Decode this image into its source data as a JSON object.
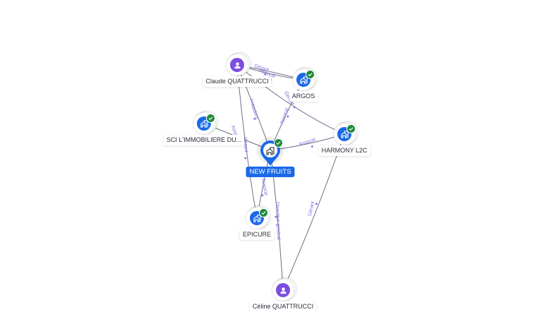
{
  "colors": {
    "company": "#1a6ae8",
    "person": "#7b4fe0",
    "check": "#1e8a3c",
    "edge": "#6b6f86",
    "edge_label": "#7c6fe0",
    "primary_label_bg": "#1a6ae8"
  },
  "nodes": [
    {
      "id": "claude",
      "label": "Claude QUATTRUCCI",
      "type": "person",
      "icon": "person-icon",
      "verified": false
    },
    {
      "id": "argos",
      "label": "ARGOS",
      "type": "company",
      "icon": "building-icon",
      "verified": true
    },
    {
      "id": "sci",
      "label": "SCI L'IMMOBILIERE DU...",
      "type": "company",
      "icon": "building-icon",
      "verified": true
    },
    {
      "id": "newfruits",
      "label": "NEW FRUITS",
      "type": "company",
      "icon": "building-icon",
      "verified": true,
      "primary": true
    },
    {
      "id": "harmony",
      "label": "HARMONY L2C",
      "type": "company",
      "icon": "building-icon",
      "verified": true
    },
    {
      "id": "epicure",
      "label": "EPICURE",
      "type": "company",
      "icon": "building-icon",
      "verified": true
    },
    {
      "id": "celine",
      "label": "Céline QUATTRUCCI",
      "type": "person",
      "icon": "person-icon",
      "verified": false
    }
  ],
  "edges": [
    {
      "from": "claude",
      "to": "argos",
      "label": "Gérant"
    },
    {
      "from": "claude",
      "to": "argos",
      "label": "Associé"
    },
    {
      "from": "claude",
      "to": "harmony",
      "label": "Gérant"
    },
    {
      "from": "claude",
      "to": "newfruits",
      "label": "Président"
    },
    {
      "from": "claude",
      "to": "epicure",
      "label": "Gérant"
    },
    {
      "from": "newfruits",
      "to": "argos",
      "label": "Associé"
    },
    {
      "from": "newfruits",
      "to": "harmony",
      "label": "Associé"
    },
    {
      "from": "sci",
      "to": "newfruits",
      "label": "Associé"
    },
    {
      "from": "newfruits",
      "to": "epicure",
      "label": "Associé"
    },
    {
      "from": "celine",
      "to": "newfruits",
      "label": "Directeur général"
    },
    {
      "from": "celine",
      "to": "harmony",
      "label": "Gérant"
    }
  ]
}
